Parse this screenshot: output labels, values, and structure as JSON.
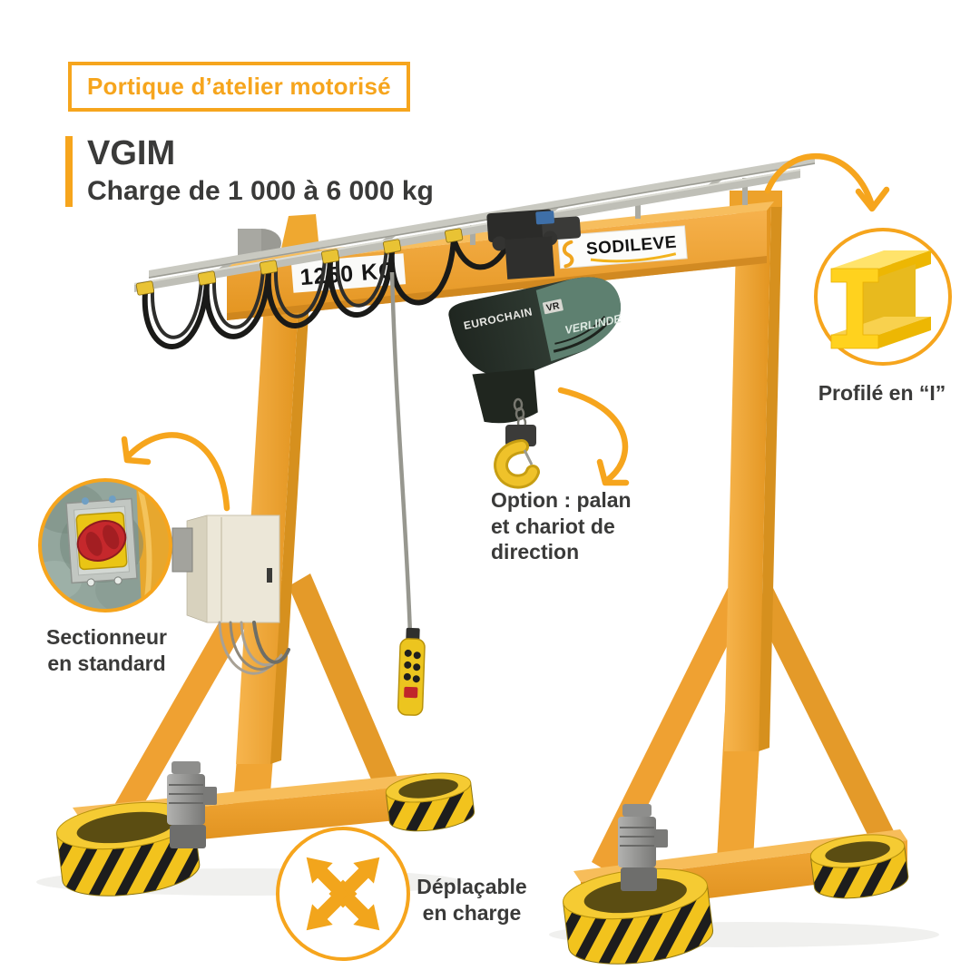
{
  "header": {
    "tag_label": "Portique d’atelier motorisé",
    "model_name": "VGIM",
    "capacity_line": "Charge de 1 000 à 6 000 kg"
  },
  "callouts": {
    "profile": {
      "label": "Profilé en “I”",
      "icon": "i-beam-icon"
    },
    "disconnect": {
      "line1": "Sectionneur",
      "line2": "en standard",
      "icon": "disconnect-switch-photo"
    },
    "option": {
      "line1": "Option : palan",
      "line2": "et chariot de",
      "line3": "direction"
    },
    "movable": {
      "line1": "Déplaçable",
      "line2": "en charge",
      "icon": "move-arrows-icon"
    }
  },
  "crane_markings": {
    "load_capacity_sticker": "1250 KG",
    "gantry_brand": "SODILEVE",
    "hoist_brand": "EUROCHAIN",
    "hoist_model": "VR",
    "hoist_manufacturer": "VERLINDE"
  },
  "colors": {
    "accent_orange": "#F6A51D",
    "heading_text": "#3A3A39",
    "crane_body_orange": "#F0A437",
    "hazard_yellow": "#F2C31D",
    "hazard_black": "#1D1D1D",
    "hoist_dark_green": "#2A332C",
    "safety_red": "#C5282C",
    "steel_rail_gray": "#C9C9C1"
  }
}
